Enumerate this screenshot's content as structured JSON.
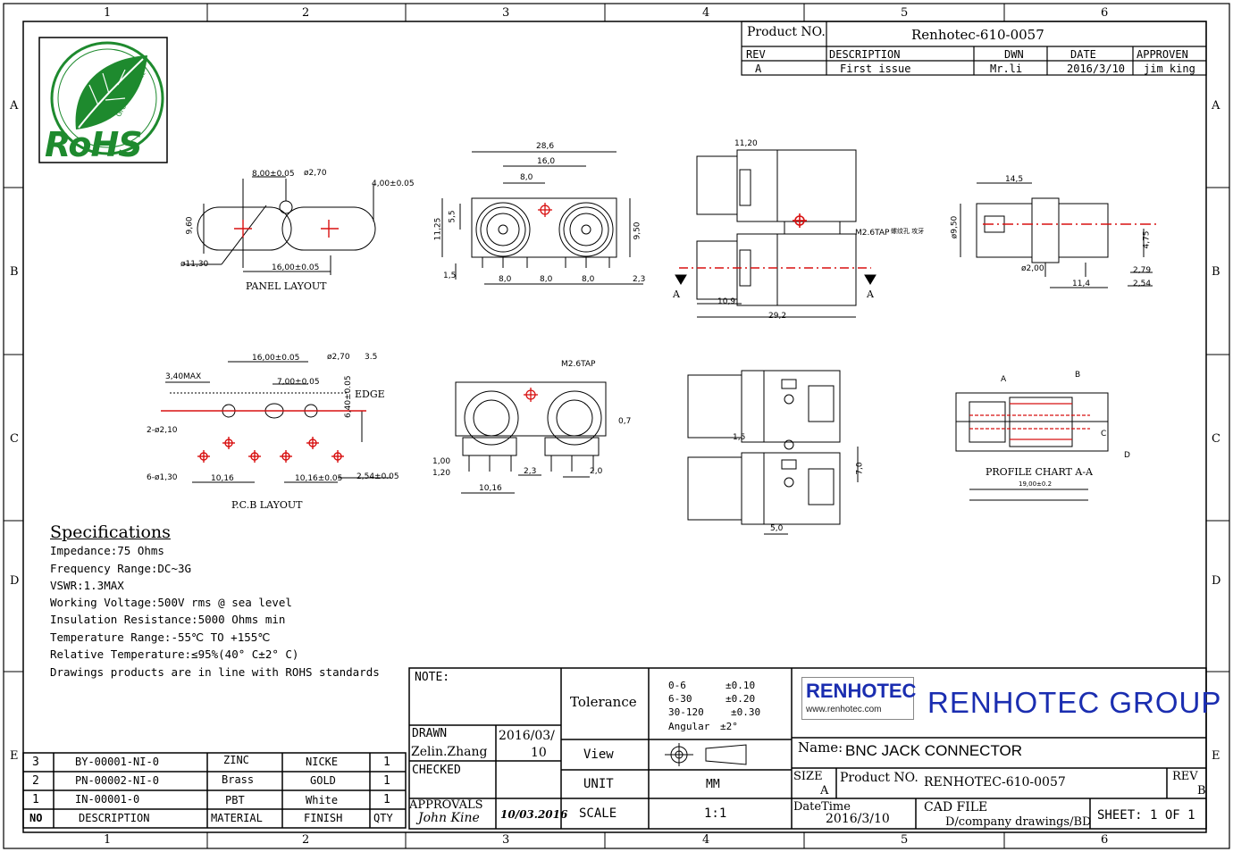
{
  "grid": {
    "columns": [
      "1",
      "2",
      "3",
      "4",
      "5",
      "6"
    ],
    "rows": [
      "A",
      "B",
      "C",
      "D",
      "E"
    ]
  },
  "revision_block": {
    "product_no_label": "Product NO.",
    "product_no": "Renhotec-610-0057",
    "headers": [
      "REV",
      "DESCRIPTION",
      "DWN",
      "DATE",
      "APPROVEN"
    ],
    "row": [
      "A",
      "First issue",
      "Mr.li",
      "2016/3/10",
      "jim king"
    ]
  },
  "rohs_logo": {
    "text": "RoHS",
    "subtext": "Green Product"
  },
  "panel_layout": {
    "title": "PANEL LAYOUT",
    "dims": [
      "8,00±0.05",
      "ø2,70",
      "4,00±0.05",
      "9,60",
      "ø11,30",
      "16,00±0.05"
    ]
  },
  "front_view": {
    "dims": [
      "28,6",
      "16,0",
      "8,0",
      "11,25",
      "5,5",
      "9,50",
      "1,5",
      "8,0",
      "8,0",
      "8,0",
      "2,3"
    ]
  },
  "side_view": {
    "dims": [
      "11,20",
      "M2.6TAP",
      "10,9",
      "29,2"
    ],
    "section_mark": "A",
    "note": "螺纹孔 攻牙"
  },
  "right_view": {
    "dims": [
      "14,5",
      "ø9,50",
      "4,75",
      "ø2,00",
      "11,4",
      "2,79",
      "2,54"
    ]
  },
  "pcb_layout": {
    "title": "P.C.B LAYOUT",
    "edge_label": "EDGE",
    "dims": [
      "16,00±0.05",
      "ø2,70",
      "3.5",
      "3,40MAX",
      "7,00±0.05",
      "2-ø2,10",
      "6,40±0.05",
      "6-ø1,30",
      "10,16",
      "10,16±0.05",
      "2,54±0.05"
    ]
  },
  "bottom_front_view": {
    "dims": [
      "M2.6TAP",
      "0,7",
      "1,00",
      "1,20",
      "10,16",
      "2,3",
      "2,0"
    ]
  },
  "top_view": {
    "dims": [
      "1,5",
      "7,0",
      "5,0"
    ]
  },
  "profile": {
    "title": "PROFILE CHART A-A",
    "callouts": [
      "A",
      "B",
      "C",
      "D"
    ],
    "dims": [
      "19,00±0.2"
    ]
  },
  "specifications": {
    "title": "Specifications",
    "lines": [
      "Impedance:75 Ohms",
      "Frequency Range:DC~3G",
      "VSWR:1.3MAX",
      "Working Voltage:500V rms @ sea level",
      "Insulation Resistance:5000 Ohms min",
      "Temperature Range:-55℃ TO +155℃",
      "Relative Temperature:≤95%(40° C±2° C)",
      "Drawings products are in line with ROHS standards"
    ]
  },
  "bom": {
    "headers": [
      "NO",
      "DESCRIPTION",
      "MATERIAL",
      "FINISH",
      "QTY"
    ],
    "rows": [
      [
        "3",
        "BY-00001-NI-0",
        "ZINC",
        "NICKE",
        "1"
      ],
      [
        "2",
        "PN-00002-NI-0",
        "Brass",
        "GOLD",
        "1"
      ],
      [
        "1",
        "IN-00001-0",
        "PBT",
        "White",
        "1"
      ]
    ]
  },
  "title_block": {
    "note_label": "NOTE:",
    "drawn_label": "DRAWN",
    "drawn_by": "Zelin.Zhang",
    "drawn_date_a": "2016/03/",
    "drawn_date_b": "10",
    "checked_label": "CHECKED",
    "approvals_label": "APPROVALS",
    "approved_by": "John Kine",
    "approved_date": "10/03.2016",
    "tolerance_label": "Tolerance",
    "tolerances": [
      [
        "0-6",
        "±0.10"
      ],
      [
        "6-30",
        "±0.20"
      ],
      [
        "30-120",
        "±0.30"
      ],
      [
        "Angular",
        "±2°"
      ]
    ],
    "view_label": "View",
    "unit_label": "UNIT",
    "unit": "MM",
    "scale_label": "SCALE",
    "scale": "1:1",
    "company_logo": "RENHOTEC",
    "company_url": "www.renhotec.com",
    "company": "RENHOTEC GROUP",
    "name_label": "Name:",
    "name": "BNC JACK CONNECTOR",
    "size_label": "SIZE",
    "size": "A",
    "product_label": "Product NO.",
    "product_no": "RENHOTEC-610-0057",
    "rev_label": "REV",
    "rev": "B",
    "date_label": "DateTime",
    "date": "2016/3/10",
    "cad_label": "CAD FILE",
    "cad": "D/company drawings/BD",
    "sheet": "SHEET: 1 OF 1"
  },
  "colors": {
    "accent_red": "#d81010",
    "brand_blue": "#1a2db0",
    "rohs_green": "#1e8a2e"
  }
}
